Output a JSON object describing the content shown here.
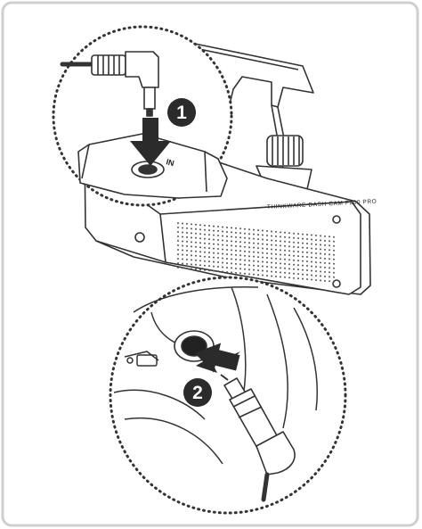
{
  "figure": {
    "device_label": "THINKWARE DASH CAM F200 PRO",
    "port_label": "IN",
    "steps": [
      {
        "number": "1",
        "meaning": "arrow-down-into-port"
      },
      {
        "number": "2",
        "meaning": "arrow-into-socket"
      }
    ]
  },
  "icons": {
    "step1_arrow": "arrow-down-icon",
    "step2_arrow": "arrow-right-icon",
    "dc_plug": "dc-plug-icon",
    "car_charger": "car-charger-icon"
  },
  "colors": {
    "line": "#333333",
    "frame": "#cfcfcf",
    "badge": "#2b2b2b",
    "badge_text": "#ffffff"
  }
}
